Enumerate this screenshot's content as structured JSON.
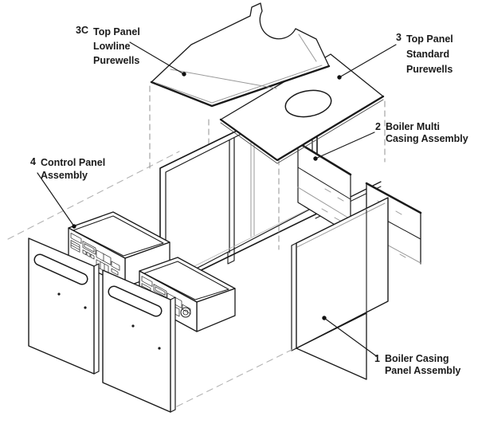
{
  "figure": {
    "description": "Exploded isometric parts diagram of a boiler casing assembly",
    "background_color": "#ffffff",
    "line_color": "#1a1a1a",
    "labels": [
      {
        "number": "3C",
        "lines": [
          "Top Panel",
          "Lowline",
          "Purewells"
        ]
      },
      {
        "number": "3",
        "lines": [
          "Top Panel",
          "Standard",
          "Purewells"
        ]
      },
      {
        "number": "2",
        "lines": [
          "Boiler Multi",
          "Casing Assembly"
        ]
      },
      {
        "number": "4",
        "lines": [
          "Control Panel",
          "Assembly"
        ]
      },
      {
        "number": "1",
        "lines": [
          "Boiler Casing",
          "Panel Assembly"
        ]
      }
    ]
  }
}
